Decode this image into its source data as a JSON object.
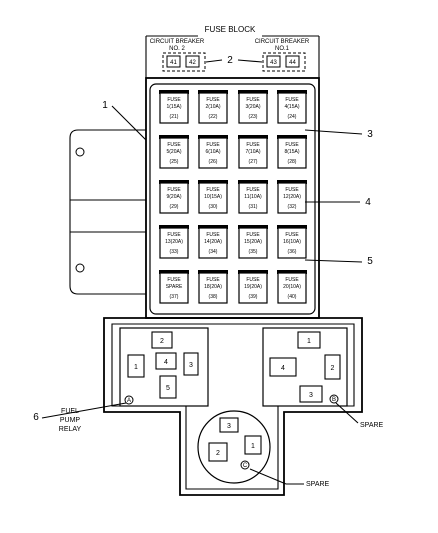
{
  "title": "FUSE BLOCK",
  "circuit_breakers": [
    {
      "label_line1": "CIRCUIT BREAKER",
      "label_line2": "NO. 2",
      "slots": [
        "41",
        "42"
      ]
    },
    {
      "label_line1": "CIRCUIT BREAKER",
      "label_line2": "NO.1",
      "slots": [
        "43",
        "44"
      ]
    }
  ],
  "fuses": [
    {
      "name": "FUSE",
      "rating": "1(15A)",
      "cavity": "(21)"
    },
    {
      "name": "FUSE",
      "rating": "2(10A)",
      "cavity": "(22)"
    },
    {
      "name": "FUSE",
      "rating": "3(20A)",
      "cavity": "(23)"
    },
    {
      "name": "FUSE",
      "rating": "4(15A)",
      "cavity": "(24)"
    },
    {
      "name": "FUSE",
      "rating": "5(20A)",
      "cavity": "(25)"
    },
    {
      "name": "FUSE",
      "rating": "6(10A)",
      "cavity": "(26)"
    },
    {
      "name": "FUSE",
      "rating": "7(10A)",
      "cavity": "(27)"
    },
    {
      "name": "FUSE",
      "rating": "8(15A)",
      "cavity": "(28)"
    },
    {
      "name": "FUSE",
      "rating": "9(20A)",
      "cavity": "(29)"
    },
    {
      "name": "FUSE",
      "rating": "10(15A)",
      "cavity": "(30)"
    },
    {
      "name": "FUSE",
      "rating": "11(10A)",
      "cavity": "(31)"
    },
    {
      "name": "FUSE",
      "rating": "12(20A)",
      "cavity": "(32)"
    },
    {
      "name": "FUSE",
      "rating": "13(20A)",
      "cavity": "(33)"
    },
    {
      "name": "FUSE",
      "rating": "14(20A)",
      "cavity": "(34)"
    },
    {
      "name": "FUSE",
      "rating": "15(20A)",
      "cavity": "(35)"
    },
    {
      "name": "FUSE",
      "rating": "16(10A)",
      "cavity": "(36)"
    },
    {
      "name": "FUSE",
      "rating": "SPARE",
      "cavity": "(37)"
    },
    {
      "name": "FUSE",
      "rating": "18(20A)",
      "cavity": "(38)"
    },
    {
      "name": "FUSE",
      "rating": "19(20A)",
      "cavity": "(39)"
    },
    {
      "name": "FUSE",
      "rating": "20(10A)",
      "cavity": "(40)"
    }
  ],
  "relays": [
    {
      "marker": "A",
      "terminals": [
        "2",
        "1",
        "4",
        "3",
        "5"
      ]
    },
    {
      "marker": "B",
      "terminals": [
        "1",
        "4",
        "2",
        "3"
      ]
    },
    {
      "marker": "C",
      "terminals": [
        "3",
        "1",
        "2"
      ]
    }
  ],
  "callouts": [
    "1",
    "2",
    "3",
    "4",
    "5",
    "6"
  ],
  "labels": {
    "fuel_pump_relay": [
      "FUEL",
      "PUMP",
      "RELAY"
    ],
    "spare_right": "SPARE",
    "spare_bottom": "SPARE"
  }
}
